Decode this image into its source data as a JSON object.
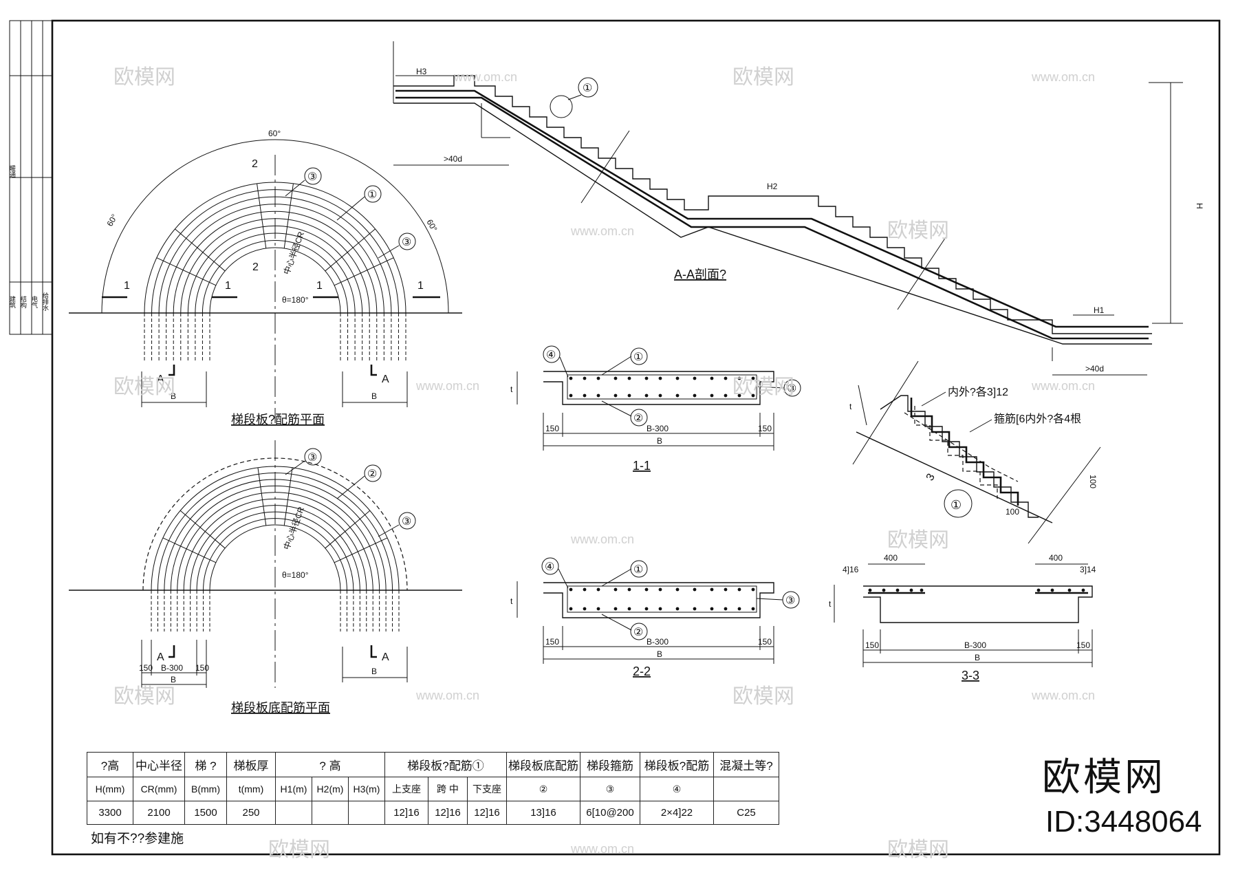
{
  "plan_top": {
    "caption": "梯段板?配筋平面",
    "angles": [
      "60°",
      "60°",
      "60°"
    ],
    "theta": "θ=180°",
    "center_label": "中心半径CR",
    "section_marks": [
      "1",
      "1",
      "1",
      "1",
      "2",
      "2"
    ],
    "callouts": [
      "①",
      "③",
      "③"
    ],
    "cut_marks": [
      "A",
      "A"
    ],
    "dim_b": [
      "B",
      "B"
    ]
  },
  "plan_bottom": {
    "caption": "梯段板底配筋平面",
    "theta": "θ=180°",
    "center_label": "中心半径CR",
    "callouts": [
      "③",
      "②",
      "③"
    ],
    "cut_marks": [
      "A",
      "A"
    ],
    "dims": [
      "150",
      "B-300",
      "150",
      "B",
      "B"
    ]
  },
  "section_aa": {
    "title": "A-A剖面?",
    "levels": [
      "H3",
      "H2",
      "H1"
    ],
    "dims": [
      ">40d",
      ">40d",
      "H"
    ],
    "callout": "①"
  },
  "section_11": {
    "title": "1-1",
    "callouts": [
      "④",
      "①",
      "③",
      "②"
    ],
    "dims": [
      "150",
      "B-300",
      "150",
      "B",
      "t"
    ]
  },
  "section_22": {
    "title": "2-2",
    "callouts": [
      "④",
      "①",
      "③",
      "②"
    ],
    "dims": [
      "150",
      "B-300",
      "150",
      "B",
      "t"
    ]
  },
  "section_33": {
    "title": "3-3",
    "labels": [
      "4]16",
      "3]14"
    ],
    "dims": [
      "400",
      "400",
      "150",
      "B-300",
      "150",
      "B",
      "t"
    ]
  },
  "detail_1": {
    "notes": [
      "内外?各3]12",
      "箍筋[6内外?各4根"
    ],
    "dims": [
      "t",
      "100",
      "100"
    ],
    "mark": "①",
    "num": "3"
  },
  "table": {
    "row1": [
      "?高",
      "中心半径",
      "梯 ?",
      "梯板厚",
      "? 高",
      "梯段板?配筋①",
      "梯段板底配筋",
      "梯段箍筋",
      "梯段板?配筋",
      "混凝土等?"
    ],
    "row2": [
      "H(mm)",
      "CR(mm)",
      "B(mm)",
      "t(mm)",
      "H1(m)",
      "H2(m)",
      "H3(m)",
      "上支座",
      "跨 中",
      "下支座",
      "②",
      "③",
      "④"
    ],
    "row3": [
      "3300",
      "2100",
      "1500",
      "250",
      "",
      "",
      "",
      "12]16",
      "12]16",
      "12]16",
      "13]16",
      "6[10@200",
      "2×4]22",
      "C25"
    ]
  },
  "note": "如有不??参建施",
  "side_labels": [
    "暖通",
    "建筑",
    "结构",
    "电气",
    "给排水"
  ],
  "watermark": {
    "brand": "欧模网",
    "id": "ID:3448064",
    "url": "www.om.cn"
  }
}
